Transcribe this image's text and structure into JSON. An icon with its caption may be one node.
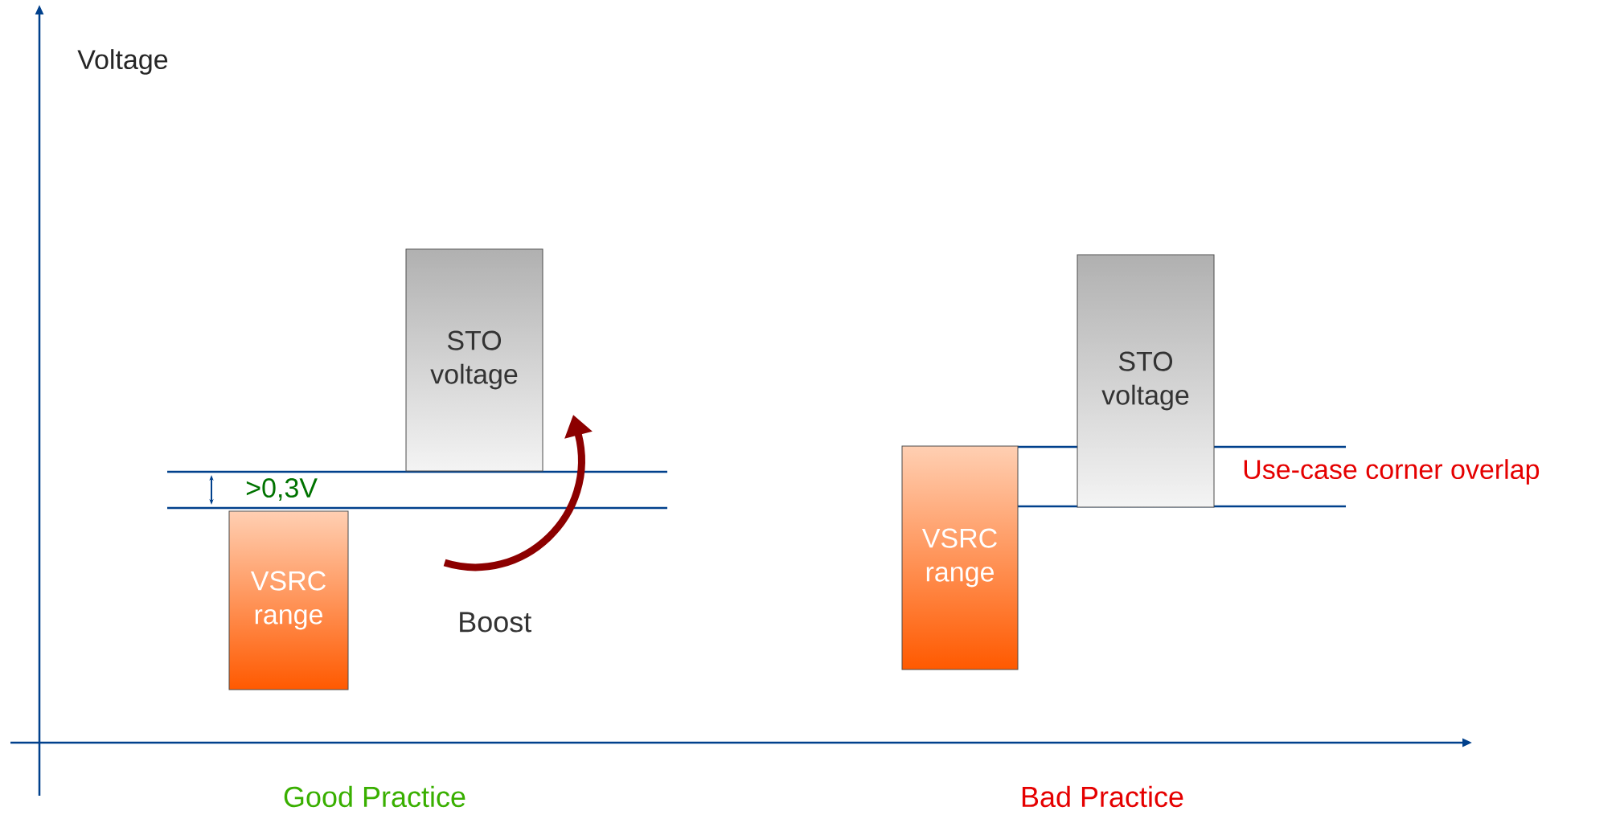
{
  "diagram": {
    "nodes": [
      {
        "text": [
          "STO voltage"
        ]
      },
      {
        "text": [
          "VSRC range"
        ]
      },
      {
        "text": [
          "STO voltage"
        ]
      },
      {
        "text": [
          "VSRC range"
        ]
      }
    ],
    "edges": [],
    "labels": [
      "Voltage",
      ">0,3V",
      "Boost",
      "Use-case corner overlap",
      "Good Practice",
      "Bad Practice"
    ]
  }
}
